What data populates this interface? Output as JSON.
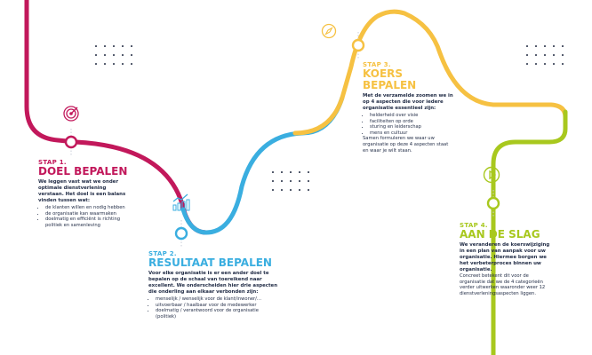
{
  "colors": {
    "step1": "#c2185b",
    "step2": "#3aaee0",
    "step3": "#f6c142",
    "step4": "#a8c81e",
    "text": "#1f2a44"
  },
  "steps": [
    {
      "label": "STAP 1.",
      "title": "DOEL BEPALEN",
      "icon": "target-icon",
      "lead": "We leggen vast wat we onder optimale dienstverlening verstaan. Het doel is een balans vinden tussen wat:",
      "items": [
        "de klanten willen en nodig hebben",
        "de organisatie kan waarmaken",
        "doelmatig en efficiënt is richting politiek en samenleving"
      ],
      "extra": ""
    },
    {
      "label": "STAP 2.",
      "title": "RESULTAAT BEPALEN",
      "icon": "growth-chart-icon",
      "lead": "Voor elke organisatie is er een ander doel te bepalen op de schaal van toereikend naar excellent. We onderscheiden hier drie aspecten die onderling aan elkaar verbonden zijn:",
      "items": [
        "menselijk / wenselijk voor de klant/inwoner/…",
        "uitvoerbaar / haalbaar voor de medewerker",
        "doelmatig / verantwoord voor de organisatie (politiek)"
      ],
      "extra": ""
    },
    {
      "label": "STAP 3.",
      "title": "KOERS BEPALEN",
      "icon": "compass-icon",
      "lead": "Met de verzamelde zoomen we in op 4 aspecten die voor iedere organisatie essentieel zijn:",
      "items": [
        "helderheid over visie",
        "faciliteiten op orde",
        "sturing en leiderschap",
        "mens en cultuur"
      ],
      "extra": "Samen formuleren we waar uw organisatie op deze 4 aspecten staat en waar je wilt staan."
    },
    {
      "label": "STAP 4.",
      "title": "AAN DE SLAG",
      "icon": "play-icon",
      "lead": "We veranderen de koerswijziging in een plan van aanpak voor uw organisatie. Hiermee borgen we het verbeterproces binnen uw organisatie.",
      "items": [],
      "extra": "Concreet betekent dit voor de organisatie dat we de 4 categorieën verder uitwerken waaronder weer 12 dienstverleningsaspecten liggen."
    }
  ]
}
